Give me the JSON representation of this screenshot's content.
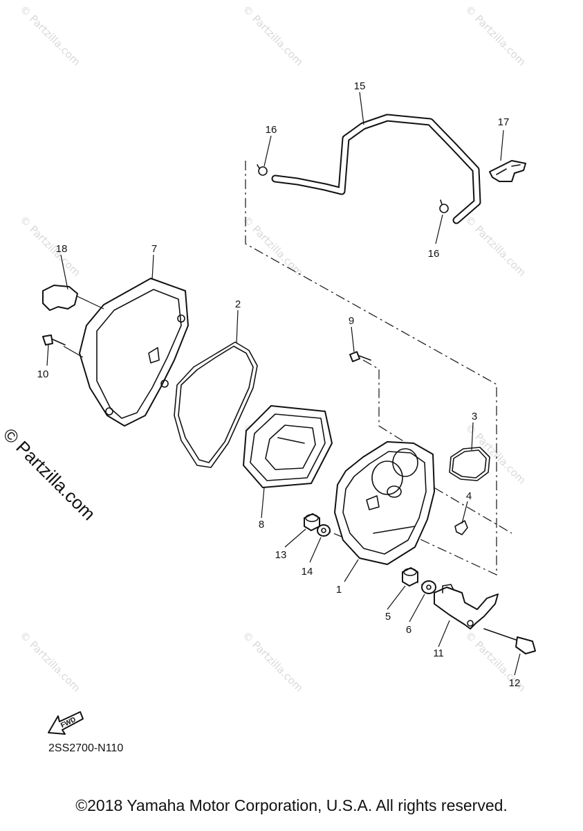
{
  "callouts": [
    {
      "id": "c1",
      "label": "1"
    },
    {
      "id": "c2",
      "label": "2"
    },
    {
      "id": "c3",
      "label": "3"
    },
    {
      "id": "c4",
      "label": "4"
    },
    {
      "id": "c5",
      "label": "5"
    },
    {
      "id": "c6",
      "label": "6"
    },
    {
      "id": "c7",
      "label": "7"
    },
    {
      "id": "c8",
      "label": "8"
    },
    {
      "id": "c9",
      "label": "9"
    },
    {
      "id": "c10",
      "label": "10"
    },
    {
      "id": "c11",
      "label": "11"
    },
    {
      "id": "c12",
      "label": "12"
    },
    {
      "id": "c13",
      "label": "13"
    },
    {
      "id": "c14",
      "label": "14"
    },
    {
      "id": "c15",
      "label": "15"
    },
    {
      "id": "c16a",
      "label": "16"
    },
    {
      "id": "c16b",
      "label": "16"
    },
    {
      "id": "c17",
      "label": "17"
    },
    {
      "id": "c18",
      "label": "18"
    }
  ],
  "fwd_arrow_label": "FWD",
  "diagram_code": "2SS2700-N110",
  "side_watermark": "© Partzilla.com",
  "tile_watermark": "© Partzilla.com",
  "copyright": "©2018 Yamaha Motor Corporation, U.S.A. All rights reserved."
}
